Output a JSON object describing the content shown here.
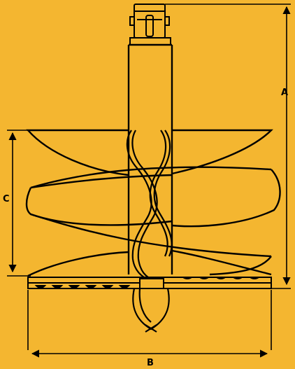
{
  "colors": {
    "background": "#f4b630",
    "line": "#000000"
  },
  "dimensions": {
    "a_label": "A",
    "b_label": "B",
    "c_label": "C"
  },
  "icons": {
    "top_drive": "drive-adapter-icon",
    "pilot_bit": "pilot-bit-icon"
  }
}
